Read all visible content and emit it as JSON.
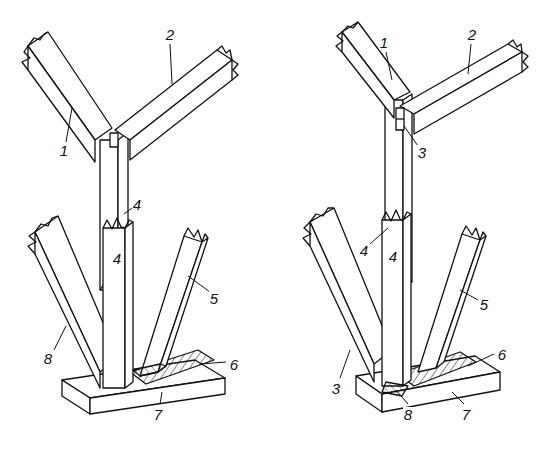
{
  "diagram": {
    "labels": [
      "1",
      "2",
      "4",
      "1",
      "2",
      "3",
      "4",
      "4",
      "5",
      "8",
      "6",
      "7",
      "4",
      "5",
      "3",
      "6",
      "8",
      "7"
    ]
  }
}
